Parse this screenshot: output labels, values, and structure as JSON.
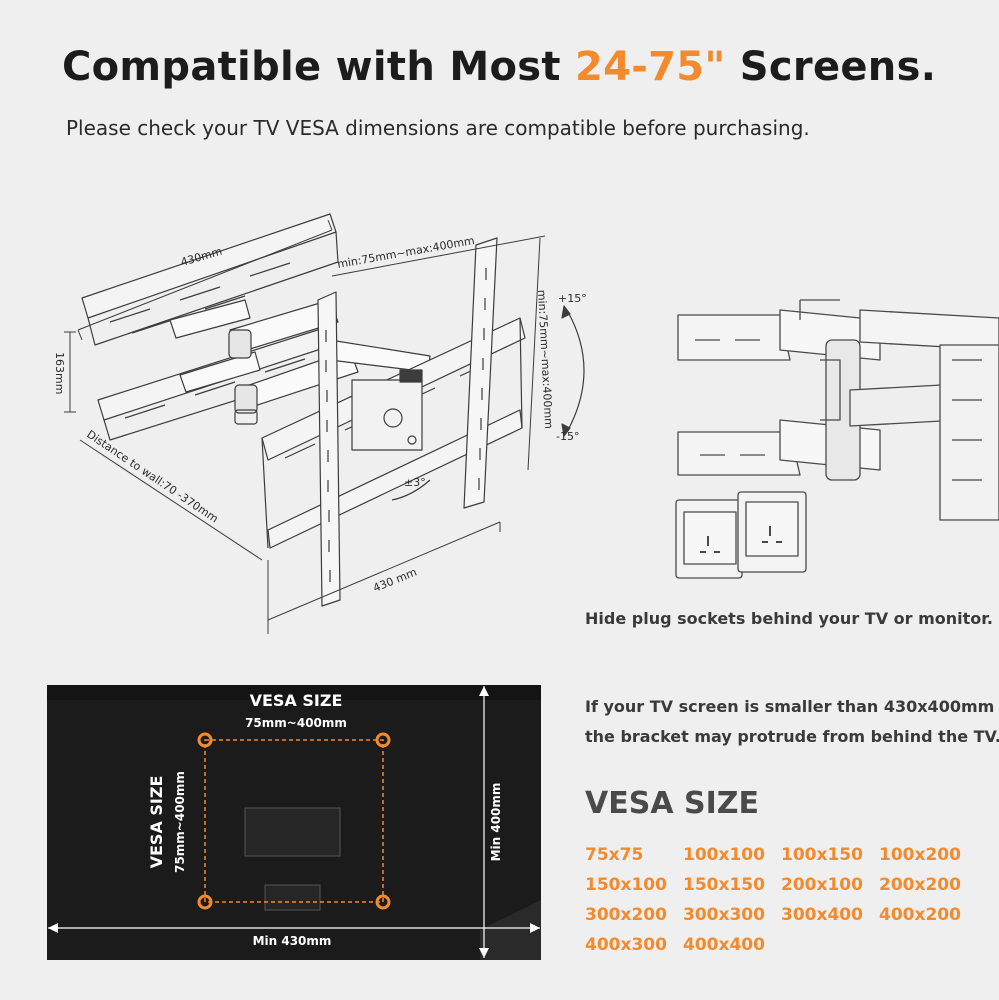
{
  "header": {
    "title_prefix": "Compatible with Most ",
    "title_accent": "24-75\"",
    "title_suffix": " Screens.",
    "subtitle": "Please check your TV VESA dimensions are compatible before purchasing."
  },
  "diagram": {
    "width_top": "430mm",
    "vesa_horizontal": "min:75mm~max:400mm",
    "vesa_vertical": "min:75mm~max:400mm",
    "height": "163mm",
    "distance": "Distance to wall:70 -370mm",
    "width_bottom": "430 mm",
    "tilt_up": "+15°",
    "tilt_down": "-15°",
    "level": "±3°"
  },
  "notes": {
    "hide_sockets": "Hide plug sockets behind your TV or monitor.",
    "smaller_line1": "If your TV screen is smaller than 430x400mm",
    "smaller_line2": "the bracket may protrude from behind the TV."
  },
  "tv_back": {
    "vesa_title": "VESA SIZE",
    "vesa_range_h": "75mm~400mm",
    "vesa_title_v": "VESA SIZE",
    "vesa_range_v": "75mm~400mm",
    "min_height": "Min 400mm",
    "min_width": "Min 430mm"
  },
  "vesa_list": {
    "heading": "VESA SIZE",
    "sizes": [
      "75x75",
      "100x100",
      "100x150",
      "100x200",
      "150x100",
      "150x150",
      "200x100",
      "200x200",
      "300x200",
      "300x300",
      "300x400",
      "400x200",
      "400x300",
      "400x400"
    ]
  },
  "colors": {
    "accent": "#f28a2e",
    "background": "#efefef",
    "tv": "#1b1b1b"
  }
}
